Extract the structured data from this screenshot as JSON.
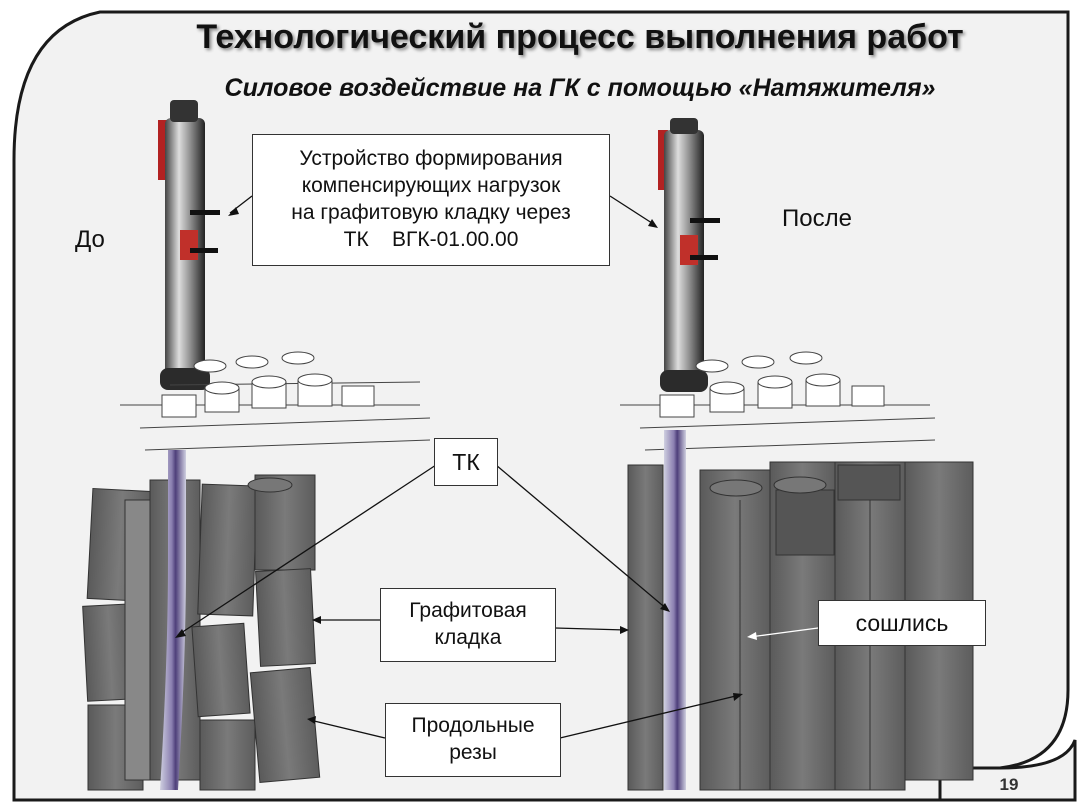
{
  "slide": {
    "title": "Технологический процесс выполнения работ",
    "subtitle": "Силовое воздействие на ГК с помощью «Натяжителя»",
    "label_before": "До",
    "label_after": "После",
    "page_number": "19"
  },
  "callouts": {
    "device": [
      "Устройство формирования",
      "компенсирующих нагрузок",
      "на графитовую кладку через",
      "ТК    ВГК-01.00.00"
    ],
    "tk": "ТК",
    "graphite": [
      "Графитовая",
      "кладка"
    ],
    "cuts": [
      "Продольные",
      "резы"
    ],
    "converged": "сошлись"
  },
  "colors": {
    "background": "#f2f2f2",
    "frame": "#1a1a1a",
    "graphite": "#6b6b6b",
    "tube": "#b8b8c8",
    "tube_core": "#5e4f8a"
  }
}
